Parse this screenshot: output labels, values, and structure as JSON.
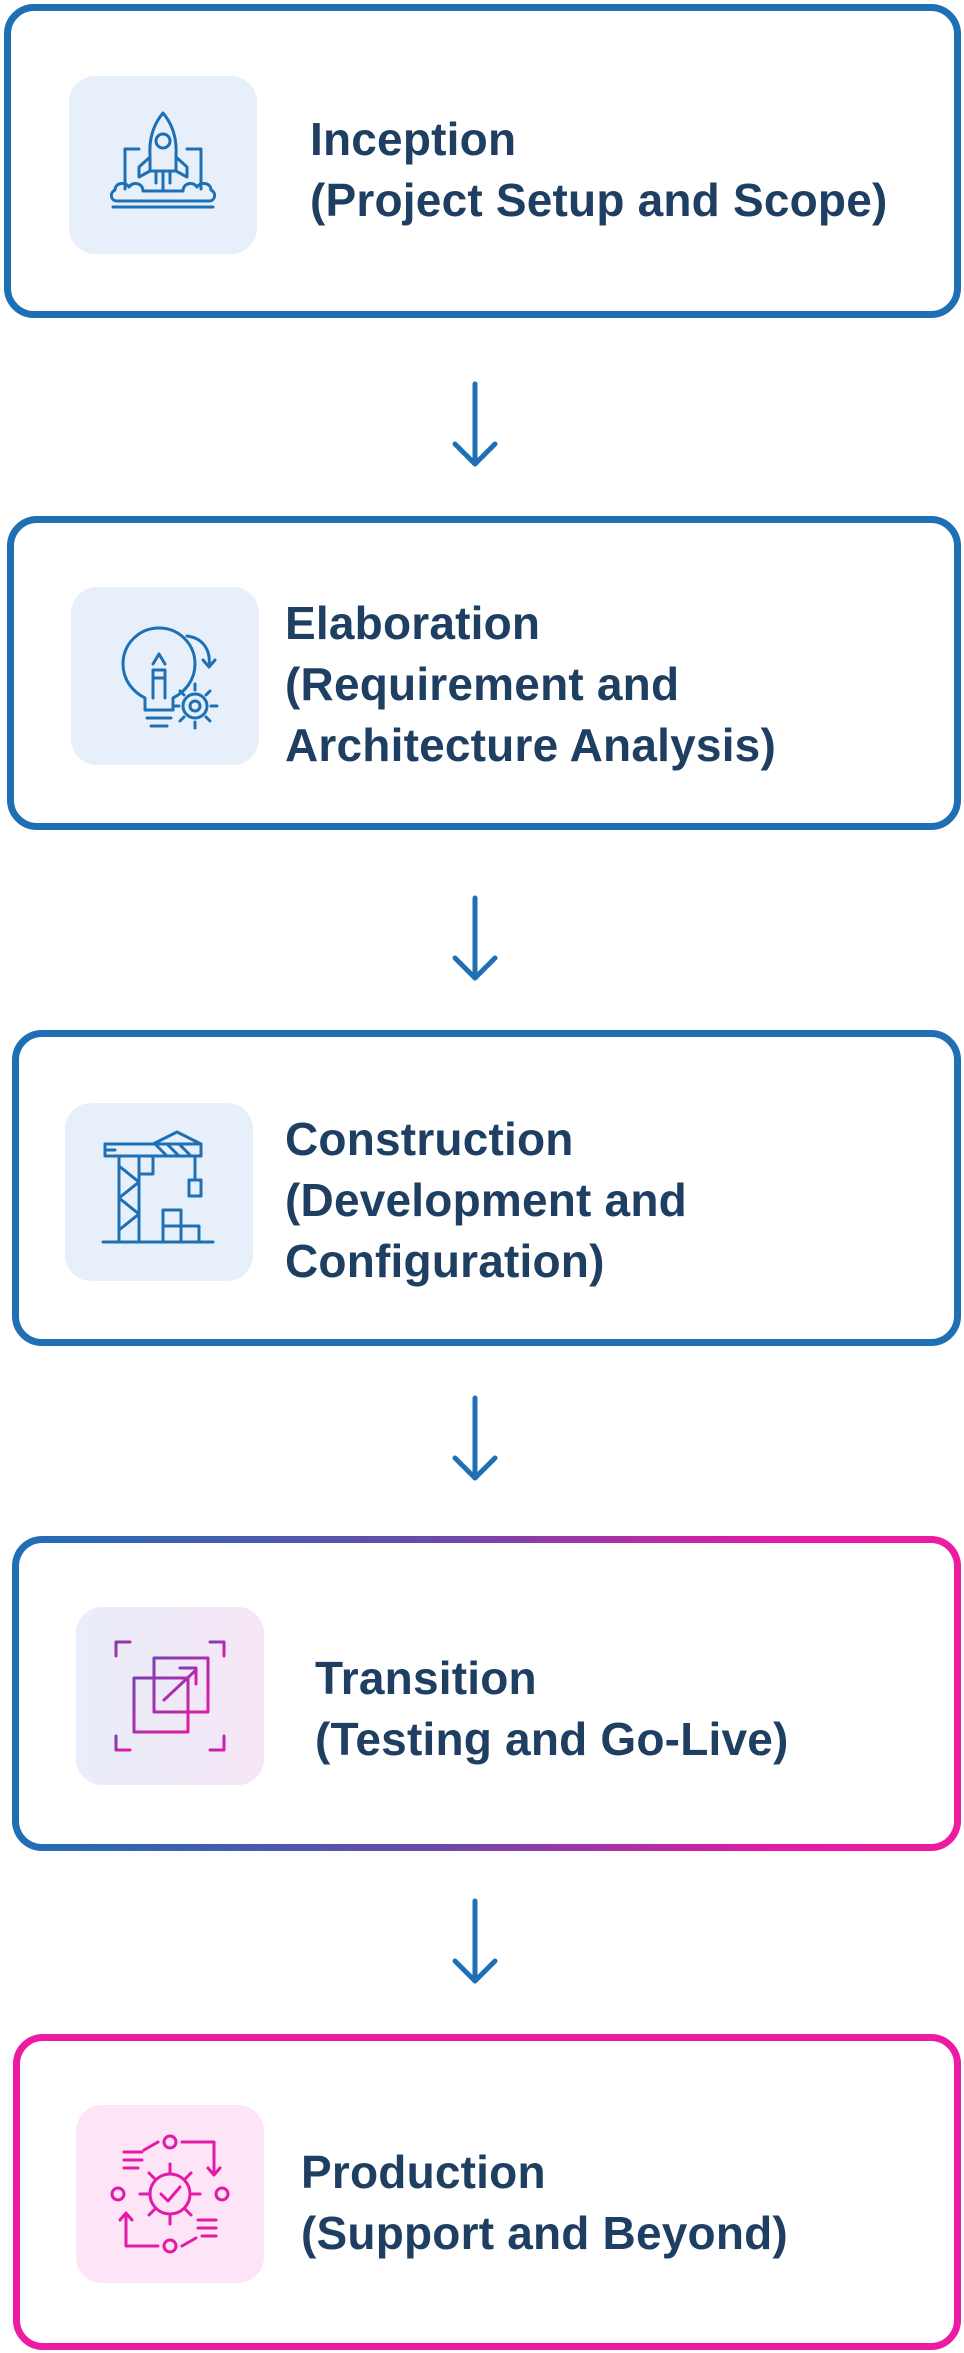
{
  "colors": {
    "primary_blue": "#1f6fb5",
    "accent_pink": "#ec1ba4",
    "text": "#1f3f62",
    "tile_blue": "#e7f0fa",
    "tile_pink": "#fde4f6"
  },
  "steps": [
    {
      "title": "Inception",
      "subtitle_lines": [
        "(Project Setup and Scope)"
      ],
      "icon": "rocket-laptop-icon"
    },
    {
      "title": "Elaboration",
      "subtitle_lines": [
        "(Requirement and",
        "Architecture Analysis)"
      ],
      "icon": "lightbulb-gear-icon"
    },
    {
      "title": "Construction",
      "subtitle_lines": [
        "(Development and",
        "Configuration)"
      ],
      "icon": "crane-icon"
    },
    {
      "title": "Transition",
      "subtitle_lines": [
        "(Testing and Go-Live)"
      ],
      "icon": "transition-squares-icon"
    },
    {
      "title": "Production",
      "subtitle_lines": [
        "(Support and Beyond)"
      ],
      "icon": "gear-cycle-icon"
    }
  ],
  "connectors": [
    "down-arrow-icon",
    "down-arrow-icon",
    "down-arrow-icon",
    "down-arrow-icon"
  ]
}
